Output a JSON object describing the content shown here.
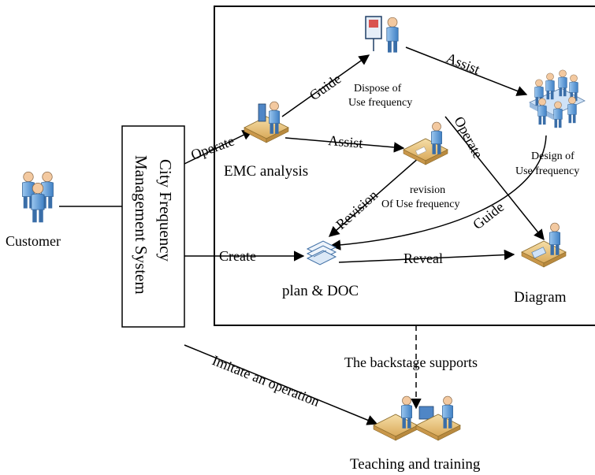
{
  "diagram": {
    "nodes": {
      "customer": "Customer",
      "system_line1": "City Frequency",
      "system_line2": "Management System",
      "emc": "EMC analysis",
      "dispose_line1": "Dispose of",
      "dispose_line2": "Use frequency",
      "design_line1": "Design of",
      "design_line2": "Use frequency",
      "revision_line1": "revision",
      "revision_line2": "Of Use frequency",
      "plan": "plan & DOC",
      "diagram": "Diagram",
      "backstage": "The backstage supports",
      "teaching": "Teaching and training"
    },
    "edges": {
      "operate_system": "Operate",
      "guide_dispose": "Guide",
      "assist_design": "Assist",
      "assist_revision": "Assist",
      "operate_diagram": "Operate",
      "revision_plan": "Revision",
      "guide_plan": "Guide",
      "create": "Create",
      "reveal": "Reveal",
      "imitate": "Imitate an operation"
    },
    "icons": [
      "people-group-icon",
      "computer-user-icon",
      "presenter-icon",
      "meeting-icon",
      "desk-writer-icon",
      "documents-icon",
      "desk-analyst-icon",
      "training-icon"
    ],
    "colors": {
      "line": "#000000",
      "figure": "#5b9bd5",
      "desk": "#e8c57e"
    }
  }
}
